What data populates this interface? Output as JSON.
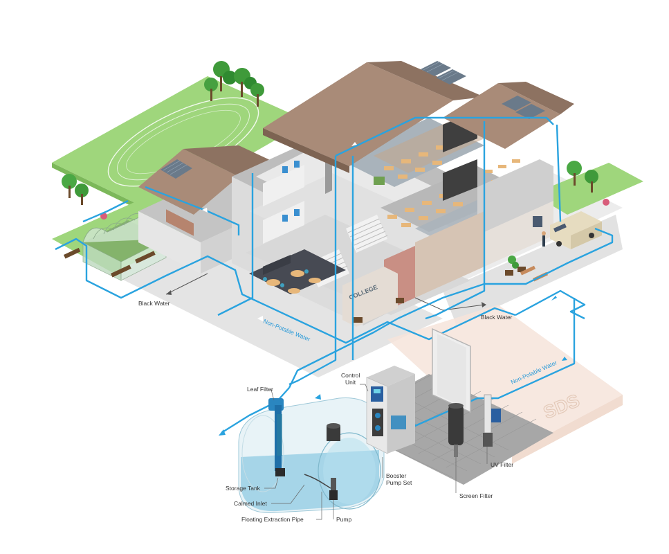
{
  "labels": {
    "leaf_filter": "Leaf Filter",
    "control_unit_1": "Control",
    "control_unit_2": "Unit",
    "storage_tank": "Storage Tank",
    "calmed_inlet": "Calmed Inlet",
    "floating_extraction_pipe": "Floating Extraction Pipe",
    "pump": "Pump",
    "booster_pump_set_1": "Booster",
    "booster_pump_set_2": "Pump Set",
    "screen_filter": "Screen Filter",
    "uv_filter": "UV Filter",
    "black_water_left": "Black Water",
    "black_water_right": "Black Water",
    "non_potable_left": "Non-Potable Water",
    "non_potable_right": "Non-Potable Water"
  },
  "building": {
    "sign": "COLLEGE"
  },
  "logo": {
    "text": "SDS"
  },
  "colors": {
    "pipe": "#2aa3df",
    "roof": "#a98b78",
    "grass": "#9fd67c",
    "floor": "#c9c9c9",
    "tank": "#9fd2e6",
    "plinth": "#f6e4da"
  }
}
